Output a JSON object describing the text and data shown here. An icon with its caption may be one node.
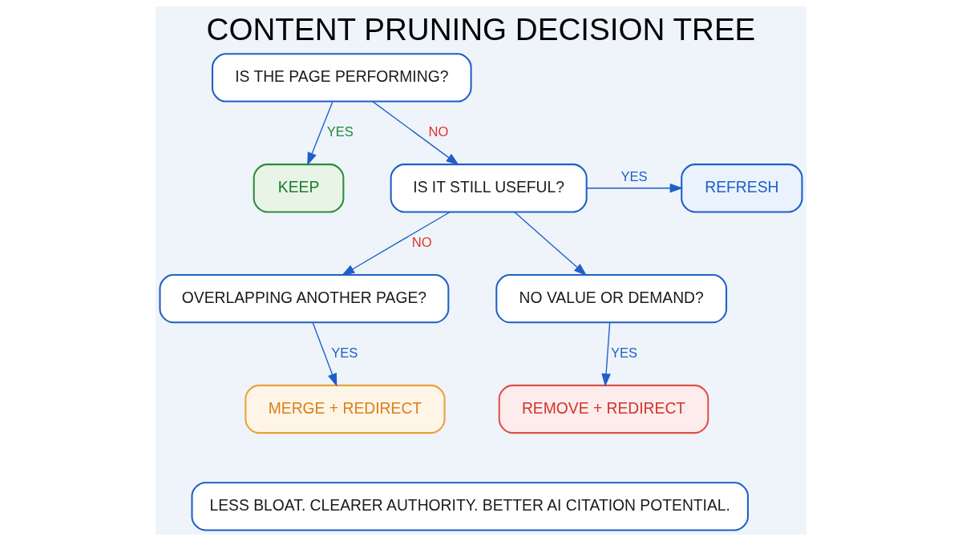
{
  "diagram": {
    "title": "CONTENT PRUNING DECISION TREE",
    "nodes": [
      {
        "text": [
          "IS THE PAGE PERFORMING?"
        ]
      },
      {
        "text": [
          "KEEP"
        ]
      },
      {
        "text": [
          "IS IT STILL USEFUL?"
        ]
      },
      {
        "text": [
          "REFRESH"
        ]
      },
      {
        "text": [
          "OVERLAPPING ANOTHER PAGE?"
        ]
      },
      {
        "text": [
          "NO VALUE OR DEMAND?"
        ]
      },
      {
        "text": [
          "MERGE + REDIRECT"
        ]
      },
      {
        "text": [
          "REMOVE + REDIRECT"
        ]
      },
      {
        "text": [
          "LESS BLOAT. CLEARER AUTHORITY. BETTER AI CITATION POTENTIAL."
        ]
      }
    ],
    "edges": [
      {
        "from": 0,
        "to": 1,
        "arrow": "to",
        "label": "YES"
      },
      {
        "from": 0,
        "to": 2,
        "arrow": "to",
        "label": "NO"
      },
      {
        "from": 2,
        "to": 3,
        "arrow": "to",
        "label": "YES"
      },
      {
        "from": 2,
        "to": 4,
        "arrow": "to",
        "label": "NO"
      },
      {
        "from": 2,
        "to": 5,
        "arrow": "to"
      },
      {
        "from": 4,
        "to": 6,
        "arrow": "to",
        "label": "YES"
      },
      {
        "from": 5,
        "to": 7,
        "arrow": "to",
        "label": "YES"
      }
    ]
  }
}
